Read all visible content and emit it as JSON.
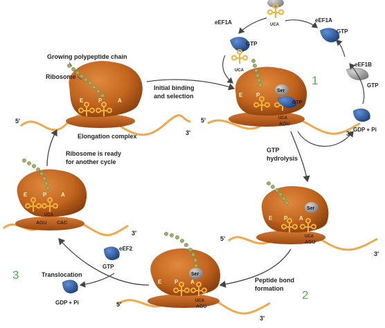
{
  "labels": {
    "growing_chain": "Growing polypeptide chain",
    "ribosome": "Ribosome",
    "elongation_complex": "Elongation complex",
    "ribosome_ready_1": "Ribosome is ready",
    "ribosome_ready_2": "for another cycle",
    "initial_binding_1": "Initial binding",
    "initial_binding_2": "and selection",
    "gtp_hydrolysis_1": "GTP",
    "gtp_hydrolysis_2": "hydrolysis",
    "peptide_bond_1": "Peptide bond",
    "peptide_bond_2": "formation",
    "translocation": "Translocation"
  },
  "steps": {
    "one": "1",
    "two": "2",
    "three": "3"
  },
  "factors": {
    "eef1a": "eEF1A",
    "eef1b": "eEF1B",
    "eef2": "eEF2",
    "gtp": "GTP",
    "gdp_pi": "GDP + Pi",
    "ser": "Ser"
  },
  "sites": {
    "e": "E",
    "p": "P",
    "a": "A"
  },
  "codons": {
    "uca": "UCA",
    "agu": "AGU",
    "cac": "CAC"
  },
  "ends": {
    "five": "5'",
    "three": "3'"
  },
  "colors": {
    "ribosome": "#c2651f",
    "ribosome_dark": "#8a3f0d",
    "mrna": "#f0a84a",
    "trna": "#f2b23a",
    "eef1a": "#2f5d9e",
    "chain": "#9db36a",
    "serine": "#9a9a9a",
    "step_number": "#4caf50"
  }
}
